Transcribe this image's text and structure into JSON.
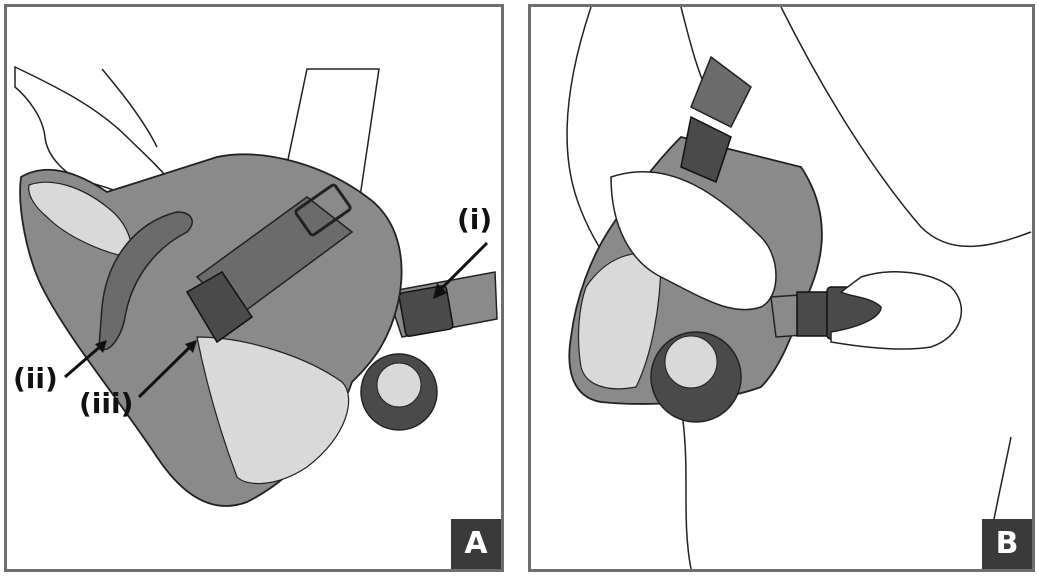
{
  "panels": [
    {
      "label": "A",
      "callouts": [
        "(i)",
        "(ii)",
        "(iii)"
      ]
    },
    {
      "label": "B",
      "callouts": []
    }
  ],
  "colors": {
    "strap_dark": "#6b6b6b",
    "sling_body": "#8a8a8a",
    "sling_light": "#d9d9d9",
    "buckle": "#4a4a4a",
    "frame": "#6e6e6e",
    "label_bg": "#3a3a3a"
  }
}
